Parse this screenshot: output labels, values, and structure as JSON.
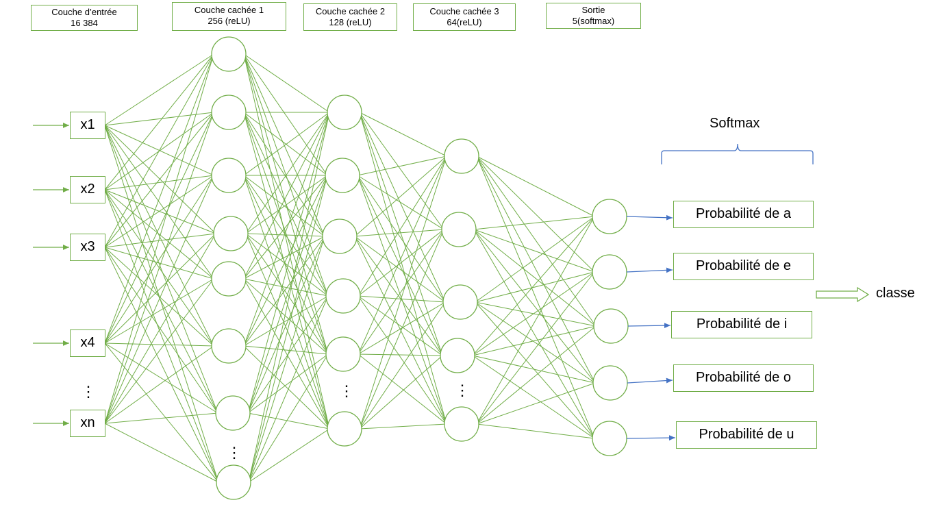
{
  "colors": {
    "node_stroke": "#70ad47",
    "edge": "#70ad47",
    "output_arrow": "#4472c4",
    "brace": "#4472c4"
  },
  "headers": {
    "input": {
      "line1": "Couche d’entrée",
      "line2": "16 384"
    },
    "hidden1": {
      "line1": "Couche cachée 1",
      "line2": "256 (reLU)"
    },
    "hidden2": {
      "line1": "Couche cachée 2",
      "line2": "128 (reLU)"
    },
    "hidden3": {
      "line1": "Couche cachée 3",
      "line2": "64(reLU)"
    },
    "output": {
      "line1": "Sortie",
      "line2": "5(softmax)"
    }
  },
  "inputs": [
    "x1",
    "x2",
    "x3",
    "x4",
    "xn"
  ],
  "probabilities": [
    "Probabilité de a",
    "Probabilité de e",
    "Probabilité de i",
    "Probabilité de o",
    "Probabilité de u"
  ],
  "softmax_label": "Softmax",
  "class_label": "classe",
  "ellipsis": "⋮"
}
